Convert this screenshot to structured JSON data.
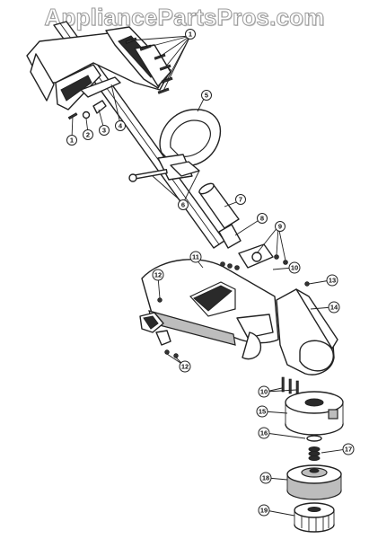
{
  "watermark": "AppliancePartsPros.com",
  "callouts": [
    {
      "id": "c1a",
      "label": "1"
    },
    {
      "id": "c1b",
      "label": "1"
    },
    {
      "id": "c2",
      "label": "2"
    },
    {
      "id": "c3",
      "label": "3"
    },
    {
      "id": "c4",
      "label": "4"
    },
    {
      "id": "c5",
      "label": "5"
    },
    {
      "id": "c6",
      "label": "6"
    },
    {
      "id": "c7",
      "label": "7"
    },
    {
      "id": "c8",
      "label": "8"
    },
    {
      "id": "c9",
      "label": "9"
    },
    {
      "id": "c10a",
      "label": "10"
    },
    {
      "id": "c10b",
      "label": "10"
    },
    {
      "id": "c11",
      "label": "11"
    },
    {
      "id": "c12a",
      "label": "12"
    },
    {
      "id": "c12b",
      "label": "12"
    },
    {
      "id": "c13",
      "label": "13"
    },
    {
      "id": "c14",
      "label": "14"
    },
    {
      "id": "c15",
      "label": "15"
    },
    {
      "id": "c16",
      "label": "16"
    },
    {
      "id": "c17",
      "label": "17"
    },
    {
      "id": "c18",
      "label": "18"
    },
    {
      "id": "c19",
      "label": "19"
    }
  ]
}
